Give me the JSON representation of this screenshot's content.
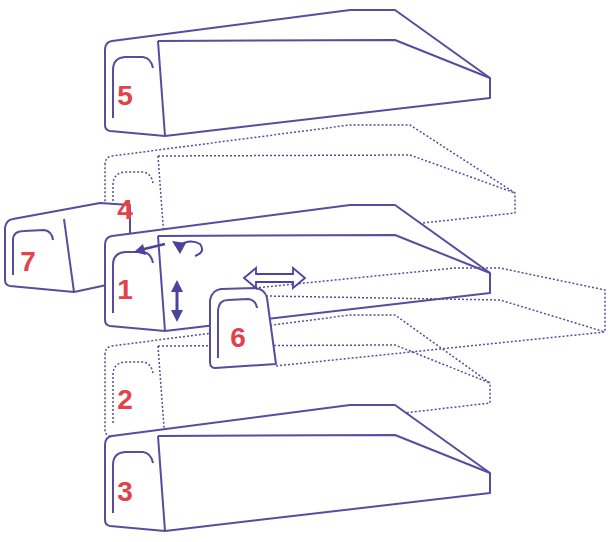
{
  "diagram": {
    "labels": [
      "5",
      "4",
      "7",
      "1",
      "6",
      "2",
      "3"
    ]
  }
}
